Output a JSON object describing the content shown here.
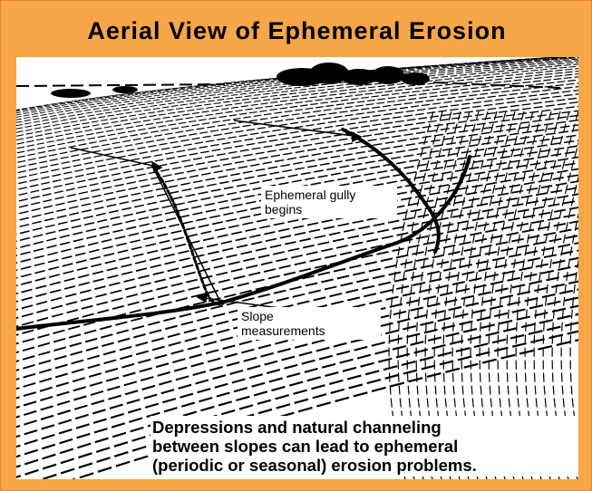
{
  "title": "Aerial View of Ephemeral Erosion",
  "labels": {
    "gully_line1": "Ephemeral gully",
    "gully_line2": "begins",
    "slope_line1": "Slope",
    "slope_line2": "measurements"
  },
  "caption": {
    "line1": "Depressions and natural channeling",
    "line2": "between slopes can lead to ephemeral",
    "line3": "(periodic or seasonal) erosion problems."
  },
  "colors": {
    "frame": "#f7a64a",
    "ink": "#000000",
    "paper": "#ffffff"
  }
}
